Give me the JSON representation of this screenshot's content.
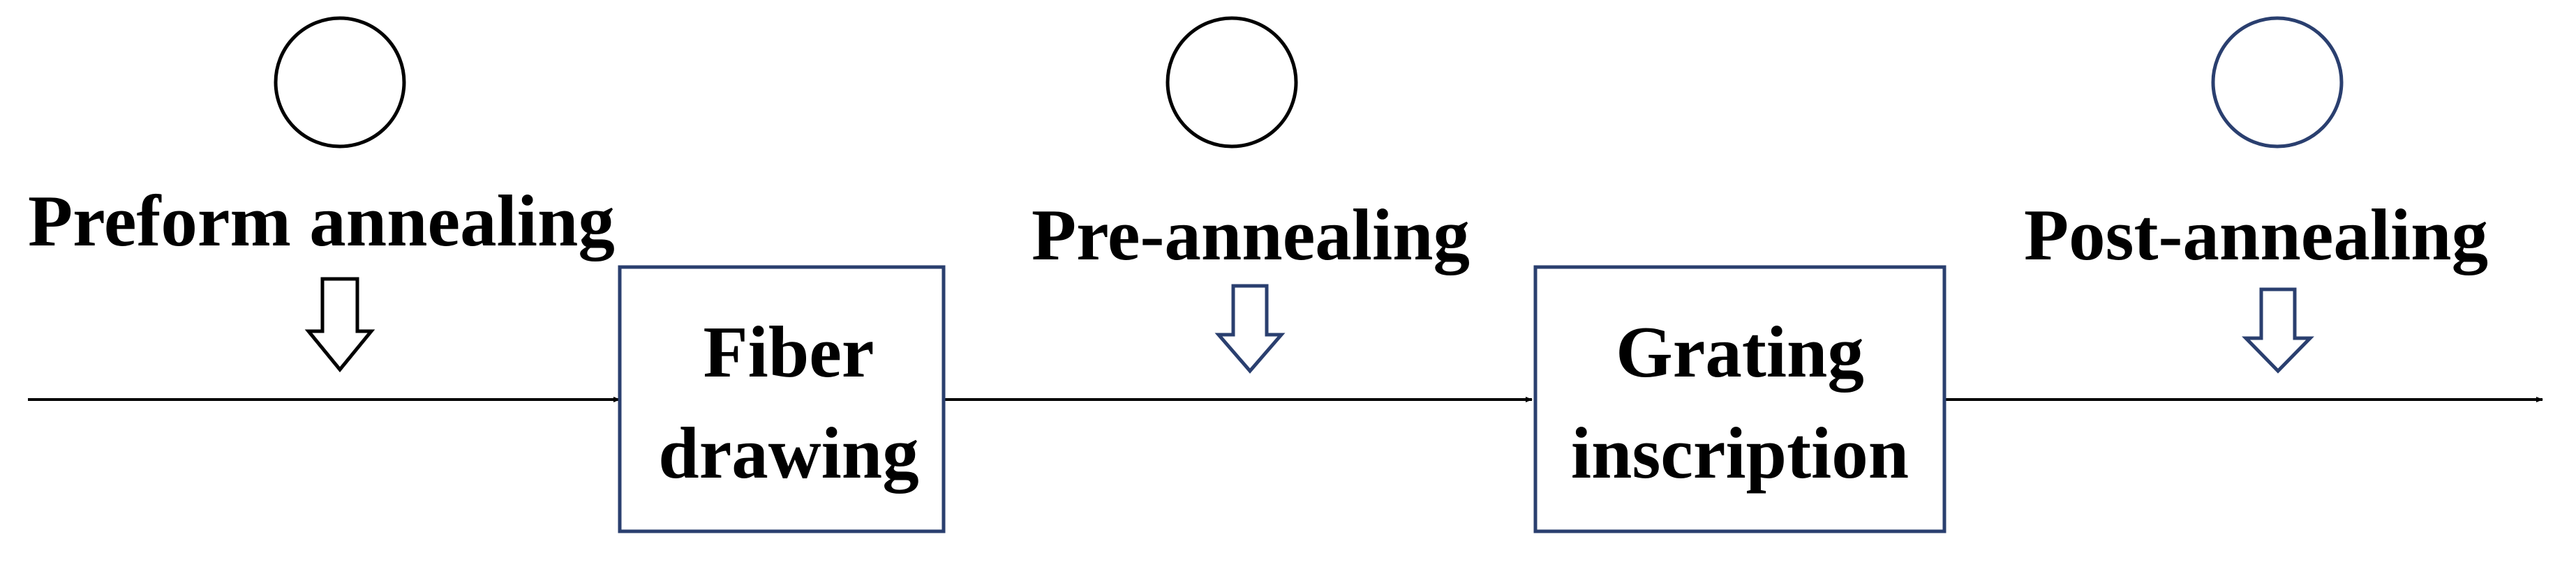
{
  "stages": {
    "preform_annealing": {
      "label": "Preform annealing"
    },
    "pre_annealing": {
      "label": "Pre-annealing"
    },
    "post_annealing": {
      "label": "Post-annealing"
    }
  },
  "processes": {
    "fiber_drawing": {
      "line1": "Fiber",
      "line2": "drawing"
    },
    "grating_inscription": {
      "line1": "Grating",
      "line2": "inscription"
    }
  },
  "colors": {
    "black": "#000000",
    "navy": "#2a3f6f"
  }
}
